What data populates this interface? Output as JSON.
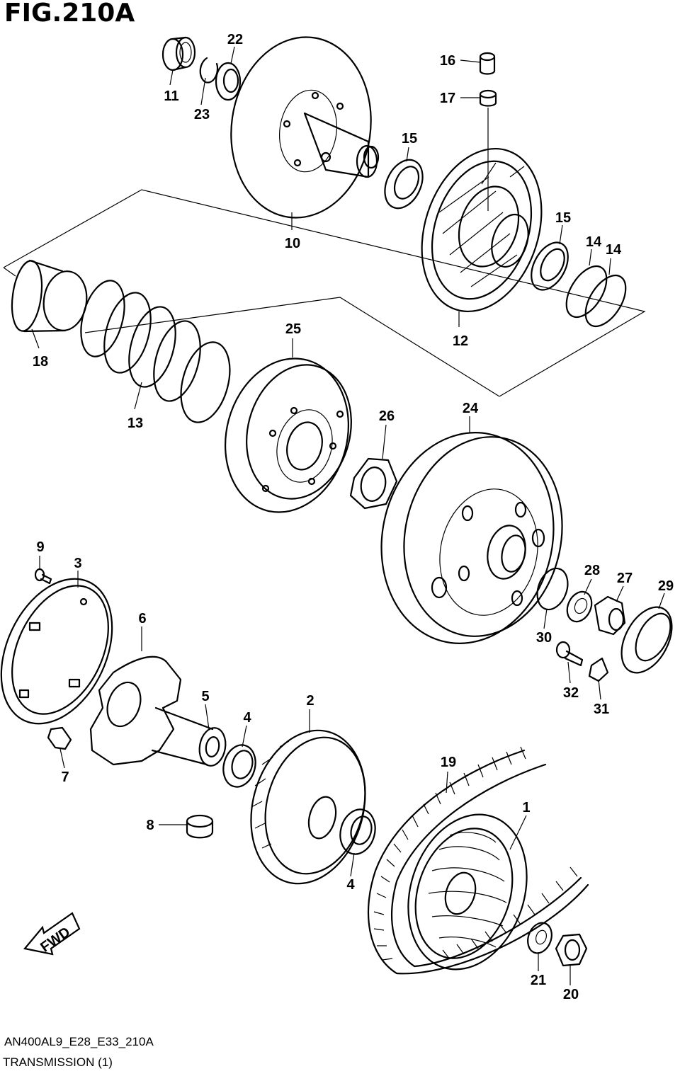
{
  "figure": {
    "title": "FIG.210A",
    "code": "AN400AL9_E28_E33_210A",
    "caption": "TRANSMISSION (1)",
    "fwd_label": "FWD"
  },
  "callouts": {
    "c1": "1",
    "c2": "2",
    "c3": "3",
    "c4a": "4",
    "c4b": "4",
    "c5": "5",
    "c6": "6",
    "c7": "7",
    "c8": "8",
    "c9": "9",
    "c10": "10",
    "c11": "11",
    "c12": "12",
    "c13": "13",
    "c14a": "14",
    "c14b": "14",
    "c15a": "15",
    "c15b": "15",
    "c16": "16",
    "c17": "17",
    "c18": "18",
    "c19": "19",
    "c20": "20",
    "c21": "21",
    "c22": "22",
    "c23": "23",
    "c24": "24",
    "c25": "25",
    "c26": "26",
    "c27": "27",
    "c28": "28",
    "c29": "29",
    "c30": "30",
    "c31": "31",
    "c32": "32"
  }
}
